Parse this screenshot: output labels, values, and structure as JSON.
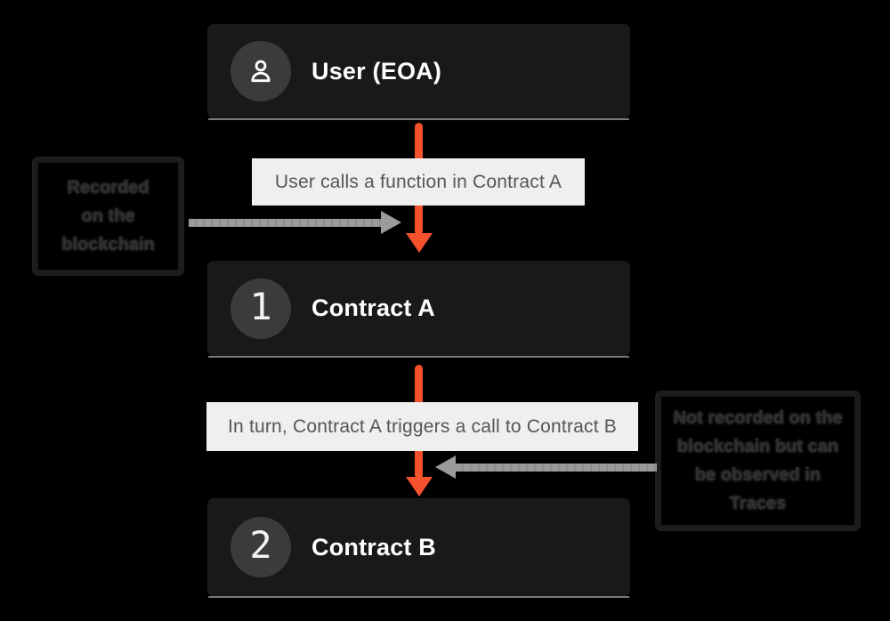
{
  "diagram": {
    "nodes": {
      "user": {
        "title": "User (EOA)"
      },
      "contract_a": {
        "badge": "1",
        "title": "Contract A"
      },
      "contract_b": {
        "badge": "2",
        "title": "Contract B"
      }
    },
    "edge_labels": {
      "first": "User calls a function in Contract A",
      "second": "In turn, Contract A triggers a call to Contract B"
    },
    "annotations": {
      "left": {
        "lines": [
          "Recorded",
          "on the",
          "blockchain"
        ]
      },
      "right": {
        "lines": [
          "Not recorded on the",
          "blockchain but can",
          "be observed in",
          "Traces"
        ]
      }
    },
    "icons": {
      "avatar": "person-icon"
    },
    "colors": {
      "background": "#000000",
      "node_fill": "#191919",
      "node_text": "#ffffff",
      "badge_fill": "#3b3b3b",
      "flow_arrow": "#f5512d",
      "side_arrow": "#9b9b9b",
      "edge_label_fill": "#efefee",
      "edge_label_text": "#55565a",
      "annotation_text": "#2e2e2e",
      "annotation_border": "#1c1c1c"
    }
  }
}
